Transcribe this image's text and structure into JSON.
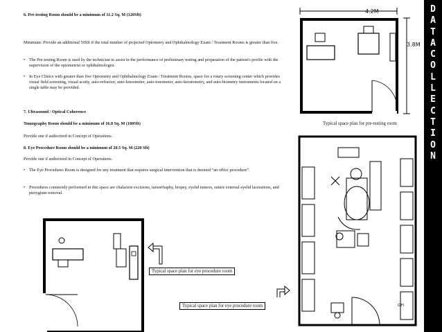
{
  "sections": {
    "pretest_heading": "6. Pre-testing Room should be a minimum of 11.2 Sq. M (120Sft)",
    "pretest_min": "Minimum: Provide an additional 50Sft if the total number of projected Optometry and Ophthalmology Exam / Treatment Rooms is greater than five.",
    "pretest_bullet_1": "The Pre-testing Room is used by the technician to assist in the performance of preliminary testing and preparation of the patient's profile with the supervision of the optometrist or ophthalmologist.",
    "pretest_bullet_2": "In Eye Clinics with greater than five Optometry and Ophthalmology Exam / Treatment Rooms, space for a rotary screening center which provides visual field screening, visual acuity, auto-refractor, auto-lensometer, auto-tonometer, auto-keratometry, and auto-biometry instruments located on a single table may be provided.",
    "ultra_line_1": "7. Ultrasound / Optical Coherence",
    "ultra_line_2": "Tomography Room should be a minimum of 16.8 Sq. M (180Sft)",
    "ultra_provide": "Provide one if authorized in Concept of Operations.",
    "eye_heading": "8. Eye Procedure Room should be a minimum of 20.5 Sq. M (220 Sft)",
    "eye_provide": "Provide one if authorized in Concept of Operations.",
    "eye_bullet_1": "The Eye Procedures Room is designed for any treatment that requires surgical intervention that is deemed “an office procedure”.",
    "eye_bullet_2": "Procedures commonly performed in this space are chalazion excisions, tarsorrhaphy, biopsy, eyelid tumors, suture external eyelid lacerations, and pterygium removal."
  },
  "captions": {
    "pretest_plan": "Typical space plan for pre-testing room",
    "eye_plan_small": "Typical space plan for eye procedure room",
    "eye_plan_large": "Typical space plan for eye procedure room"
  },
  "dimensions": {
    "width": "4.2M",
    "depth": "3.8M"
  },
  "plan_labels": {
    "gfi": "GFI"
  },
  "sidebar": {
    "letters": [
      "D",
      "A",
      "T",
      "A",
      "C",
      "O",
      "L",
      "L",
      "E",
      "C",
      "T",
      "I",
      "O",
      "N"
    ]
  },
  "colors": {
    "sidebar_bg": "#000000",
    "sidebar_text": "#ffffff"
  }
}
